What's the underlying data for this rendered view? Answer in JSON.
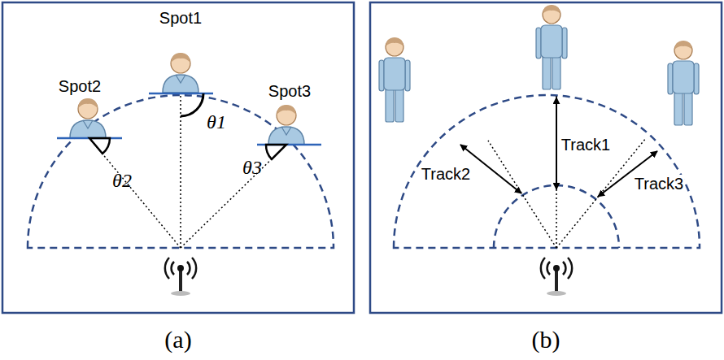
{
  "diagram": {
    "labels": [
      "Spot1",
      "Spot2",
      "Spot3",
      "θ1",
      "θ2",
      "θ3",
      "Track1",
      "Track2",
      "Track3",
      "(a)",
      "(b)"
    ]
  }
}
